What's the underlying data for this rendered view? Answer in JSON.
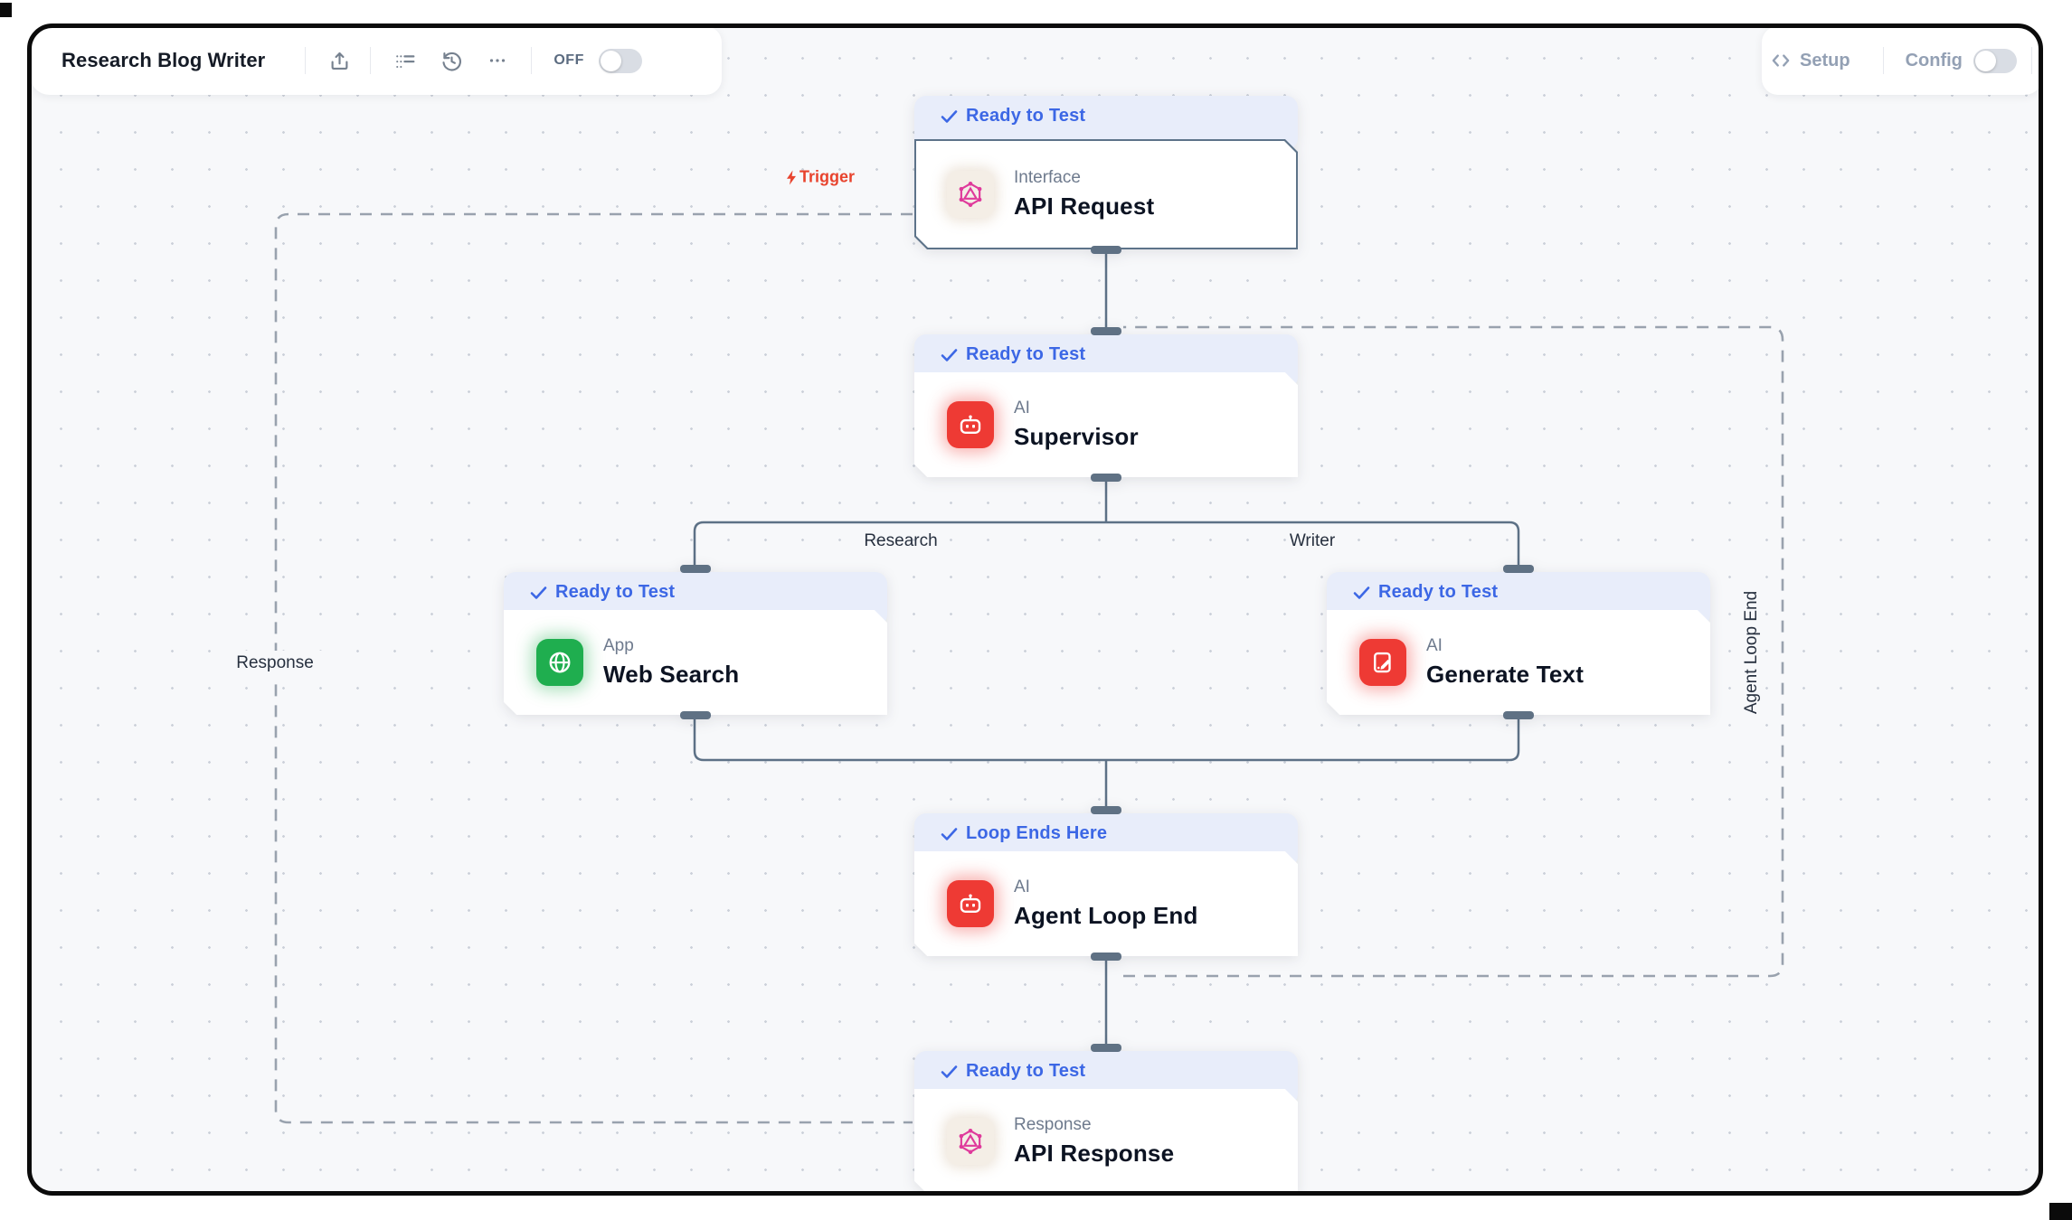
{
  "header": {
    "title": "Research Blog Writer",
    "toggle_label": "OFF",
    "toggle_state": "off",
    "icons": [
      "share-icon",
      "list-icon",
      "history-icon",
      "more-icon"
    ]
  },
  "topbar_right": {
    "setup_label": "Setup",
    "config_label": "Config",
    "config_toggle_state": "off",
    "icons": [
      "code-icon"
    ]
  },
  "edge_labels": {
    "trigger": "Trigger",
    "research": "Research",
    "writer": "Writer",
    "response": "Response",
    "agent_loop_end": "Agent Loop End"
  },
  "nodes": [
    {
      "badge": "Ready to Test",
      "kind": "Interface",
      "title": "API Request",
      "icon": "interface-hexagon-icon",
      "accent": "#df3a9b"
    },
    {
      "badge": "Ready to Test",
      "kind": "AI",
      "title": "Supervisor",
      "icon": "robot-icon",
      "accent": "#ee3a34"
    },
    {
      "badge": "Ready to Test",
      "kind": "App",
      "title": "Web Search",
      "icon": "globe-icon",
      "accent": "#1fae4f"
    },
    {
      "badge": "Ready to Test",
      "kind": "AI",
      "title": "Generate Text",
      "icon": "note-pencil-icon",
      "accent": "#ee3a34"
    },
    {
      "badge": "Loop Ends Here",
      "kind": "AI",
      "title": "Agent Loop End",
      "icon": "robot-icon",
      "accent": "#ee3a34"
    },
    {
      "badge": "Ready to Test",
      "kind": "Response",
      "title": "API Response",
      "icon": "interface-hexagon-icon",
      "accent": "#df3a9b"
    }
  ],
  "colors": {
    "canvas_bg": "#f7f8fa",
    "badge_bg": "#e8edfa",
    "badge_text": "#3c67e5",
    "edge_solid": "#5d7186",
    "edge_dashed": "#99a2ae",
    "trigger_red": "#e8432d",
    "ai_icon_bg": "#ee3a34",
    "app_icon_bg": "#1fae4f",
    "interface_glyph": "#df3a9b",
    "frame_border": "#0b0b0b"
  }
}
